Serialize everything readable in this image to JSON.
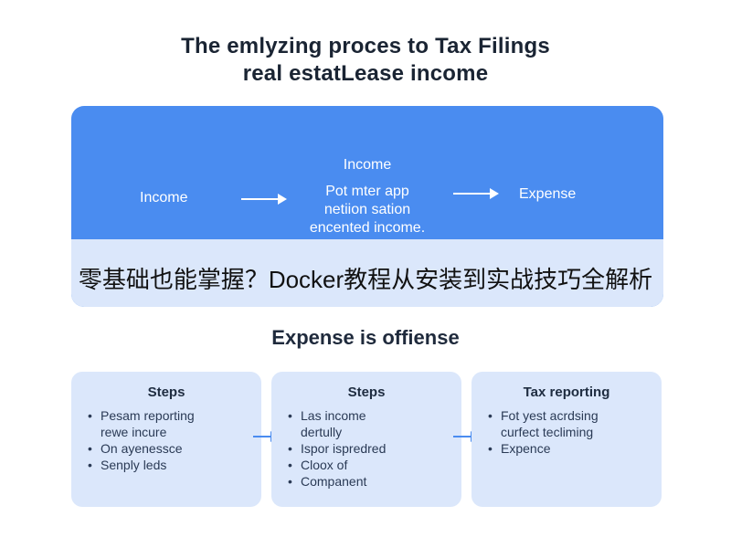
{
  "title": {
    "line1": "The emlyzing proces to Tax Filings",
    "line2": "real estatLease income"
  },
  "flow": {
    "income_left": "Income",
    "income_top": "Income",
    "middle_lines": [
      "Pot mter app",
      "netiion sation",
      "encented income."
    ],
    "expense": "Expense"
  },
  "overlay_caption": "零基础也能掌握？Docker教程从安装到实战技巧全解析",
  "section_title": "Expense is offiense",
  "cards": [
    {
      "heading": "Steps",
      "items": [
        "Pesam reporting",
        "rewe incure",
        "On ayenessce",
        "Senply leds"
      ]
    },
    {
      "heading": "Steps",
      "items": [
        "Las income",
        "dertully",
        "Ispor ispredred",
        "Cloox of",
        "Companent"
      ]
    },
    {
      "heading": "Tax reporting",
      "items": [
        "Fot yest acrdsing",
        "curfect tecliming",
        "Expence"
      ]
    }
  ],
  "colors": {
    "accent": "#4a8cf0",
    "card_bg": "#dbe7fb",
    "text_dark": "#1f2a3c"
  }
}
